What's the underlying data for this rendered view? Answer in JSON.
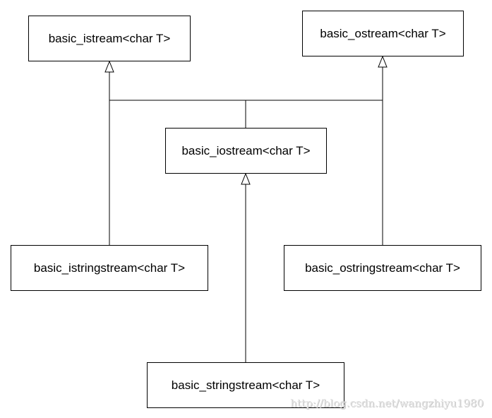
{
  "diagram": {
    "classes": {
      "basic_istream": "basic_istream<char T>",
      "basic_ostream": "basic_ostream<char T>",
      "basic_iostream": "basic_iostream<char T>",
      "basic_istringstream": "basic_istringstream<char T>",
      "basic_ostringstream": "basic_ostringstream<char T>",
      "basic_stringstream": "basic_stringstream<char T>"
    },
    "relationships": [
      {
        "from": "basic_iostream",
        "to": "basic_istream",
        "type": "inheritance"
      },
      {
        "from": "basic_iostream",
        "to": "basic_ostream",
        "type": "inheritance"
      },
      {
        "from": "basic_istringstream",
        "to": "basic_istream",
        "type": "inheritance"
      },
      {
        "from": "basic_ostringstream",
        "to": "basic_ostream",
        "type": "inheritance"
      },
      {
        "from": "basic_stringstream",
        "to": "basic_iostream",
        "type": "inheritance"
      }
    ],
    "line_color": "#000000",
    "box_border_color": "#000000"
  },
  "watermark": "http://blog.csdn.net/wangzhiyu1980"
}
